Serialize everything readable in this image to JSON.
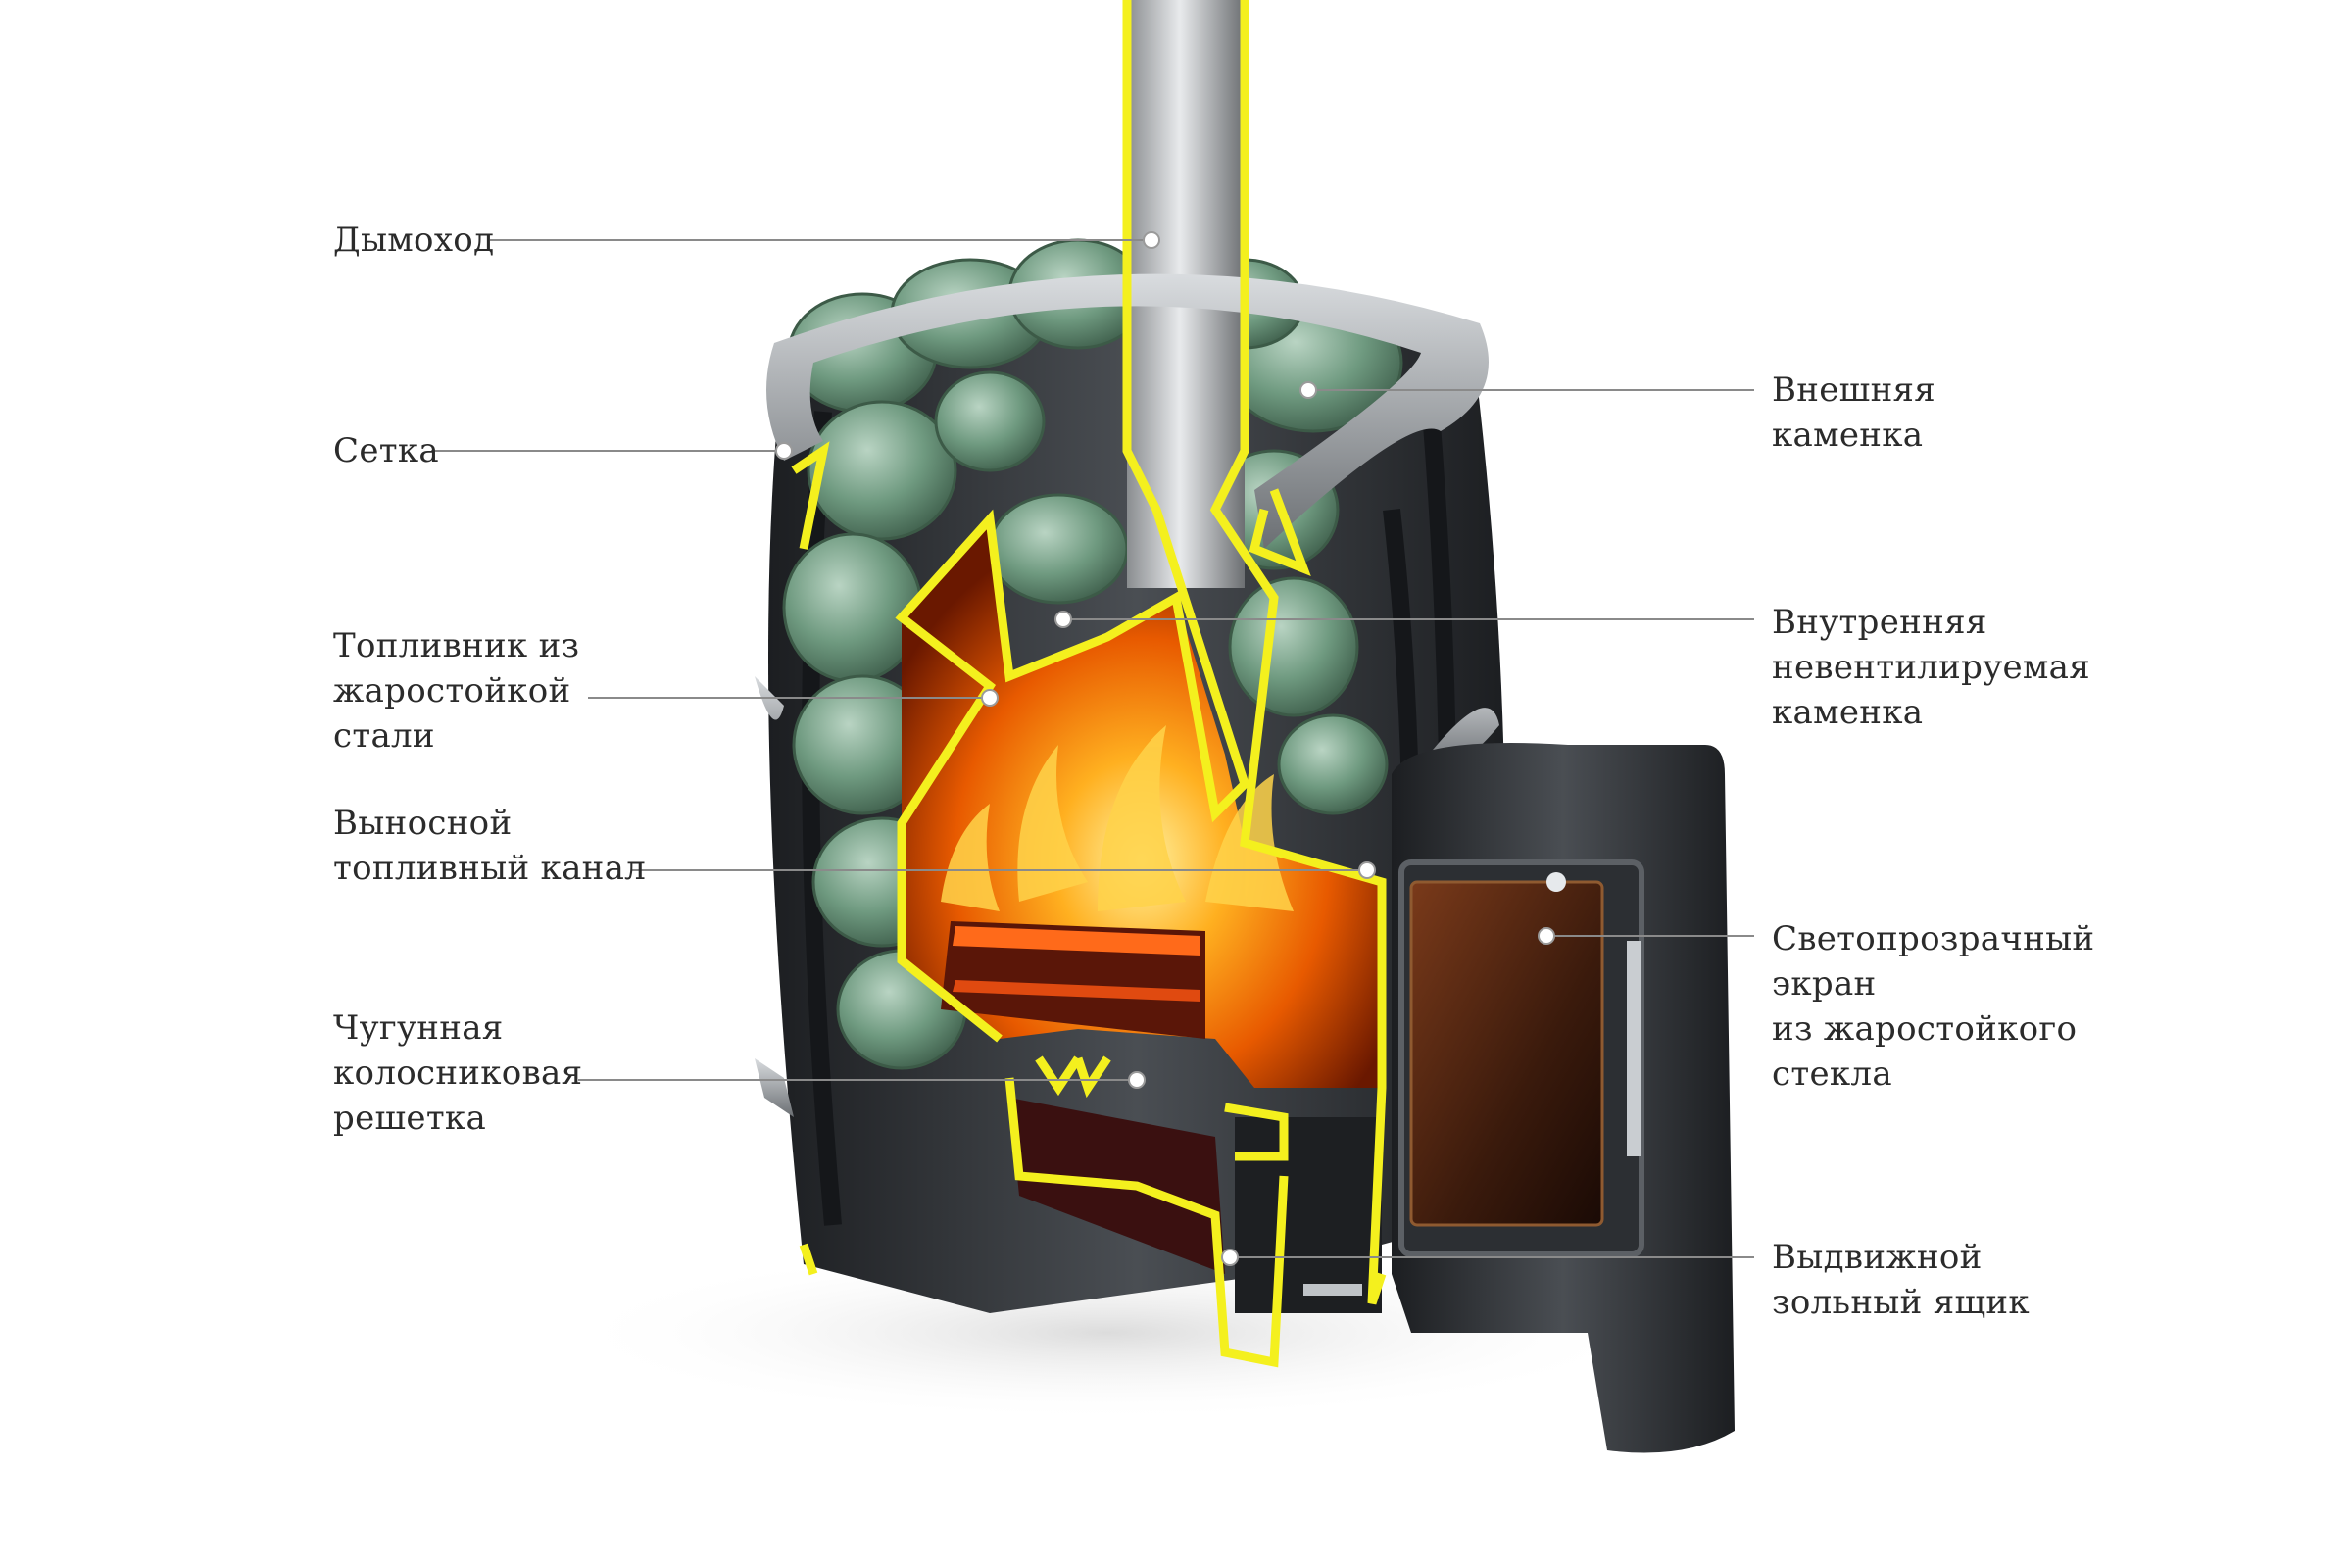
{
  "colors": {
    "outline": "#f4f01e",
    "steel": "#2a2d31",
    "stone": "#6f9a80",
    "flame": "#ff7a10",
    "leader": "#8a8a8a"
  },
  "labels": {
    "chimney": [
      "Дымоход"
    ],
    "mesh": [
      "Сетка"
    ],
    "firebox": [
      "Топливник из",
      "жаростойкой",
      "стали"
    ],
    "fuel_channel": [
      "Выносной",
      "топливный канал"
    ],
    "grate": [
      "Чугунная",
      "колосниковая",
      "решетка"
    ],
    "outer_heater": [
      "Внешняя",
      "каменка"
    ],
    "inner_heater": [
      "Внутренняя",
      "невентилируемая",
      "каменка"
    ],
    "glass_screen": [
      "Светопрозрачный",
      "экран",
      "из жаростойкого",
      "стекла"
    ],
    "ash_drawer": [
      "Выдвижной",
      "зольный ящик"
    ]
  }
}
